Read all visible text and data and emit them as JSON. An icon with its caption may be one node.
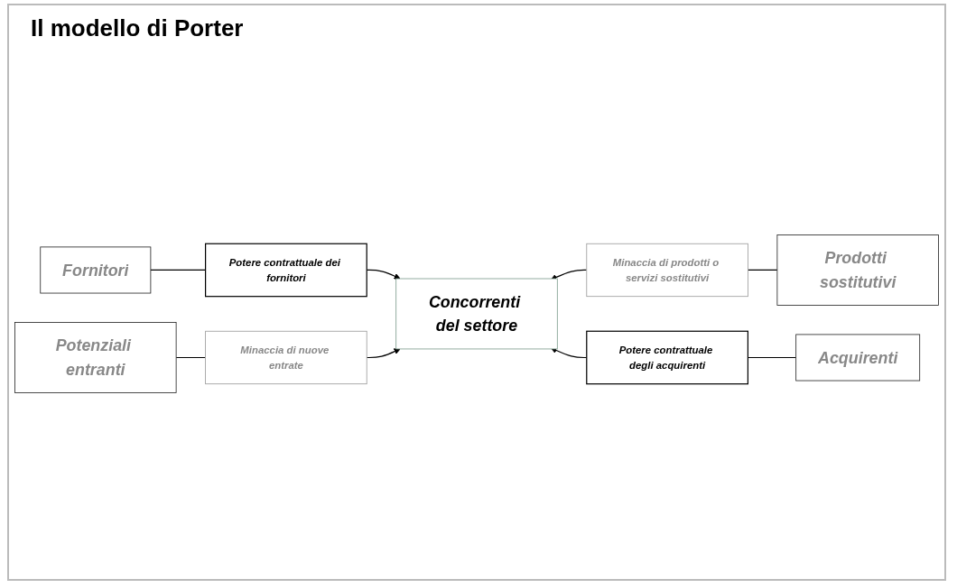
{
  "diagram": {
    "title": "Il modello di Porter",
    "nodes": [
      {
        "text": [
          "Fornitori"
        ]
      },
      {
        "text": [
          "Potere contrattuale dei fornitori"
        ]
      },
      {
        "text": [
          "Potenziali entranti"
        ]
      },
      {
        "text": [
          "Minaccia di nuove entrate"
        ]
      },
      {
        "text": [
          "Concorrenti del settore"
        ]
      },
      {
        "text": [
          "Minaccia di prodotti o servizi sostitutivi"
        ]
      },
      {
        "text": [
          "Prodotti sostitutivi"
        ]
      },
      {
        "text": [
          "Potere contrattuale degli acquirenti"
        ]
      },
      {
        "text": [
          "Acquirenti"
        ]
      }
    ],
    "edges": [
      {
        "from": 0,
        "to": 1,
        "arrow": "none"
      },
      {
        "from": 1,
        "to": 4,
        "arrow": "to"
      },
      {
        "from": 2,
        "to": 3,
        "arrow": "none"
      },
      {
        "from": 3,
        "to": 4,
        "arrow": "to"
      },
      {
        "from": 6,
        "to": 5,
        "arrow": "none"
      },
      {
        "from": 5,
        "to": 4,
        "arrow": "to"
      },
      {
        "from": 8,
        "to": 7,
        "arrow": "none"
      },
      {
        "from": 7,
        "to": 4,
        "arrow": "to"
      }
    ]
  }
}
